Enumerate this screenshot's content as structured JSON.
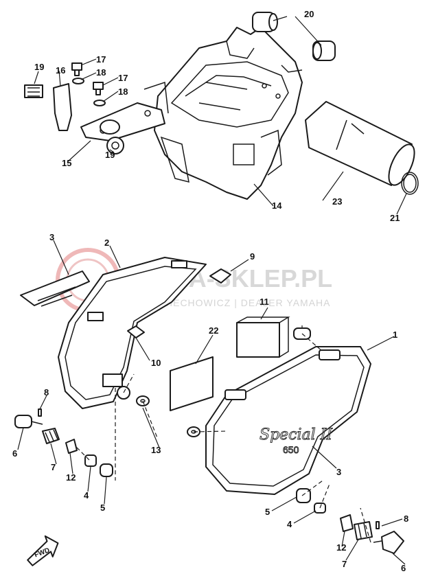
{
  "watermark": {
    "title": "YAMA-SKLEP.PL",
    "subtitle": "WOJCIECHOWICZ | DEALER YAMAHA",
    "accent": "#e8a0a0"
  },
  "emblem": {
    "script": "Special II",
    "number": "650"
  },
  "direction": {
    "label": "FWD"
  },
  "callouts": {
    "c1": "1",
    "c2": "2",
    "c3a": "3",
    "c3b": "3",
    "c4a": "4",
    "c4b": "4",
    "c5a": "5",
    "c5b": "5",
    "c6a": "6",
    "c6b": "6",
    "c7a": "7",
    "c7b": "7",
    "c8a": "8",
    "c8b": "8",
    "c9": "9",
    "c10": "10",
    "c11": "11",
    "c12a": "12",
    "c12b": "12",
    "c13": "13",
    "c14": "14",
    "c15": "15",
    "c16": "16",
    "c17a": "17",
    "c17b": "17",
    "c18a": "18",
    "c18b": "18",
    "c19a": "19",
    "c19b": "19",
    "c20": "20",
    "c21": "21",
    "c22": "22",
    "c23": "23"
  },
  "colors": {
    "ink": "#1a1a1a",
    "paper": "#ffffff",
    "watermark": "#d8d8d8"
  }
}
